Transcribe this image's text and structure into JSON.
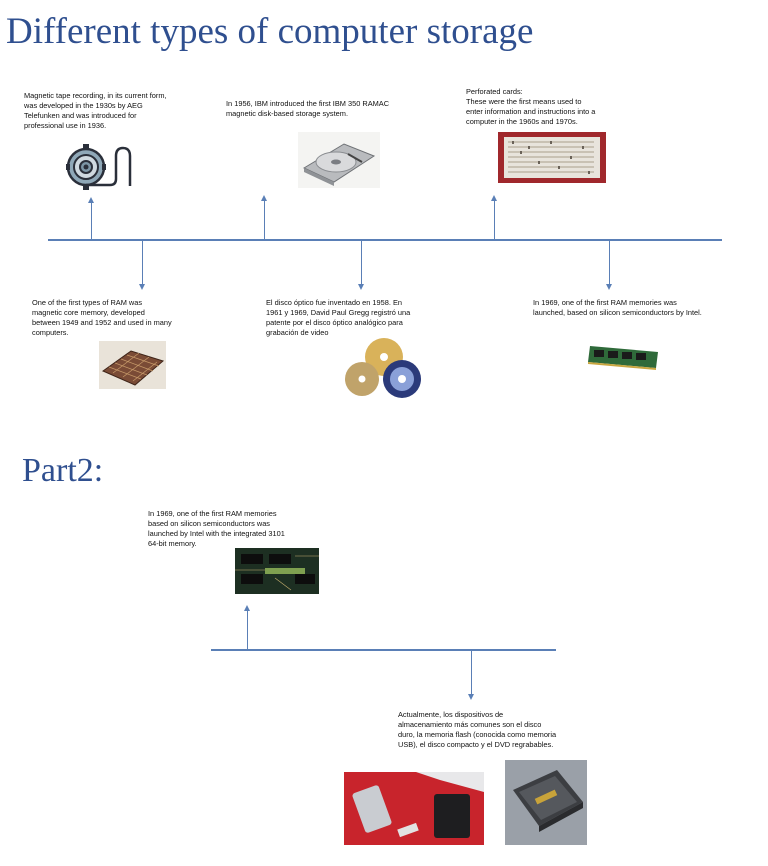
{
  "title": "Different types of computer storage",
  "part2_heading": "Part2:",
  "timeline1": {
    "above": [
      {
        "text": "Magnetic tape recording, in its current form, was developed in the 1930s by AEG Telefunken and was introduced for professional use in 1936.",
        "icon": "magnetic-tape-icon"
      },
      {
        "text": "In 1956, IBM introduced the first IBM 350 RAMAC magnetic disk-based storage system.",
        "icon": "hard-disk-image"
      },
      {
        "text": "Perforated cards:\nThese were the first means used to enter information and instructions into a computer in the 1960s and 1970s.",
        "icon": "punched-card-image"
      }
    ],
    "below": [
      {
        "text": "One of the first types of RAM was magnetic core memory, developed between 1949 and 1952 and used in many computers.",
        "icon": "core-memory-image"
      },
      {
        "text": "El disco óptico fue inventado en 1958.  En 1961 y 1969, David Paul Gregg registró una patente por el disco óptico analógico para grabación de video",
        "icon": "optical-discs-image"
      },
      {
        "text": "In 1969, one of the first RAM memories was launched, based on silicon semiconductors by Intel.",
        "icon": "ram-module-image"
      }
    ]
  },
  "timeline2": {
    "above": [
      {
        "text": "In 1969, one of the first RAM memories based on silicon semiconductors was launched by Intel with the integrated 3101 64-bit memory.",
        "icon": "chip-board-image"
      }
    ],
    "below": [
      {
        "text": "Actualmente, los dispositivos de almacenamiento más comunes son el disco duro, la memoria flash (conocida como memoria USB), el disco compacto y el DVD regrabables.",
        "icon": "modern-storage-image"
      }
    ]
  },
  "colors": {
    "title": "#2f4f8f",
    "timeline": "#5a7fb6"
  }
}
